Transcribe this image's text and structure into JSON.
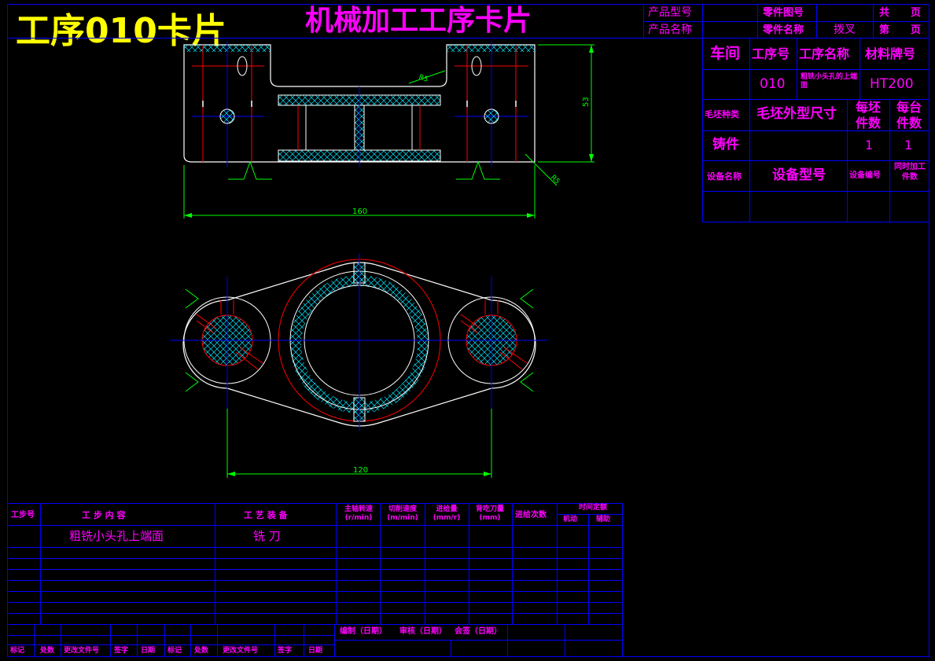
{
  "card_title": "工序010卡片",
  "main_title": "机械加工工序卡片",
  "header": {
    "product_model_label": "产品型号",
    "product_name_label": "产品名称",
    "part_drawing_label": "零件图号",
    "part_name_label": "零件名称",
    "part_name_value": "拨叉",
    "total_label": "共",
    "page_label": "页",
    "sheet_label": "第",
    "sheet_page_label": "页"
  },
  "info": {
    "workshop_label": "车间",
    "op_no_label": "工序号",
    "op_name_label": "工序名称",
    "material_label": "材料牌号",
    "op_no_value": "010",
    "op_name_value": "粗铣小头孔的上端面",
    "material_value": "HT200",
    "blank_type_label": "毛坯种类",
    "blank_size_label": "毛坯外型尺寸",
    "per_blank_label": "每坯件数",
    "per_unit_label": "每台件数",
    "blank_type_value": "铸件",
    "per_blank_value": "1",
    "per_unit_value": "1",
    "equip_name_label": "设备名称",
    "equip_model_label": "设备型号",
    "equip_no_label": "设备编号",
    "simul_label": "同时加工件数"
  },
  "drawing": {
    "dim_length": "160",
    "dim_height": "53",
    "dim_r5_top": "R5",
    "dim_r5_bottom": "R5",
    "dim_center": "120"
  },
  "steps": {
    "col_step_no": "工步号",
    "col_content": "工 步 内 容",
    "col_equipment": "工 艺 装 备",
    "col_spindle": "主轴转速(r/min)",
    "col_cut_speed": "切削速度(m/min)",
    "col_feed": "进给量(mm/r)",
    "col_depth": "背吃刀量(mm)",
    "col_passes": "进给次数",
    "col_time": "时间定额",
    "col_machine": "机动",
    "col_aux": "辅助",
    "row1_content": "粗铣小头孔上端面",
    "row1_equipment": "铣 刀"
  },
  "footer": {
    "compile": "编制（日期）",
    "review": "审核（日期）",
    "sign": "会签（日期）",
    "labels": [
      "标记",
      "处数",
      "更改文件号",
      "签字",
      "日期",
      "标记",
      "处数",
      "更改文件号",
      "签字",
      "日期"
    ]
  },
  "colors": {
    "background": "#000000",
    "border": "#0000ff",
    "text": "#ff00ff",
    "title": "#ffff00",
    "outline": "#ffffff",
    "center": "#ff0000",
    "dimension": "#00ff00",
    "hatch": "#00ffff"
  }
}
